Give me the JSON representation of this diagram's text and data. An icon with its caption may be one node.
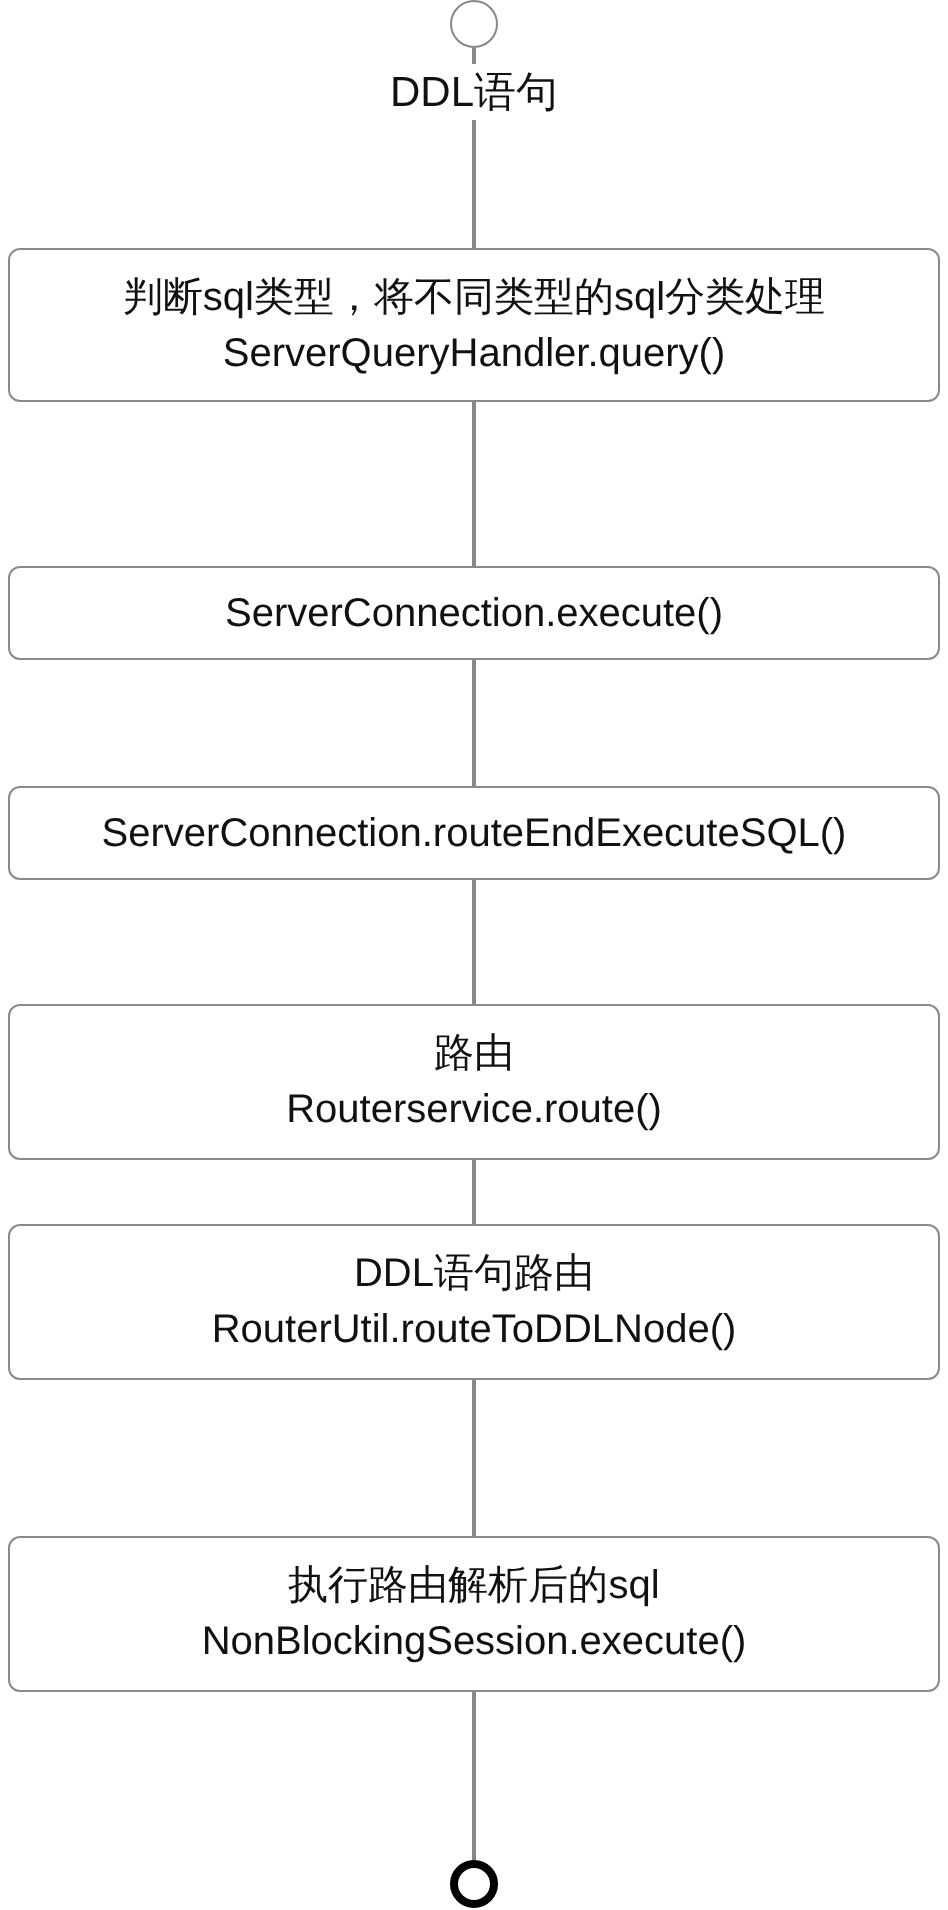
{
  "diagram": {
    "nodes": [
      {
        "text": [],
        "shape": "circle"
      },
      {
        "text": [
          "判断sql类型，将不同类型的sql分类处理",
          "ServerQueryHandler.query()"
        ]
      },
      {
        "text": [
          "ServerConnection.execute()"
        ]
      },
      {
        "text": [
          "ServerConnection.routeEndExecuteSQL()"
        ]
      },
      {
        "text": [
          "路由",
          "Routerservice.route()"
        ]
      },
      {
        "text": [
          "DDL语句路由",
          "RouterUtil.routeToDDLNode()"
        ]
      },
      {
        "text": [
          "执行路由解析后的sql",
          "NonBlockingSession.execute()"
        ]
      },
      {
        "text": [],
        "shape": "circle"
      }
    ],
    "edges": [
      {
        "from": 0,
        "to": 1,
        "arrow": "none",
        "label": "DDL语句"
      },
      {
        "from": 1,
        "to": 2,
        "arrow": "none"
      },
      {
        "from": 2,
        "to": 3,
        "arrow": "none"
      },
      {
        "from": 3,
        "to": 4,
        "arrow": "none"
      },
      {
        "from": 4,
        "to": 5,
        "arrow": "none"
      },
      {
        "from": 5,
        "to": 6,
        "arrow": "none"
      },
      {
        "from": 6,
        "to": 7,
        "arrow": "none"
      }
    ]
  }
}
